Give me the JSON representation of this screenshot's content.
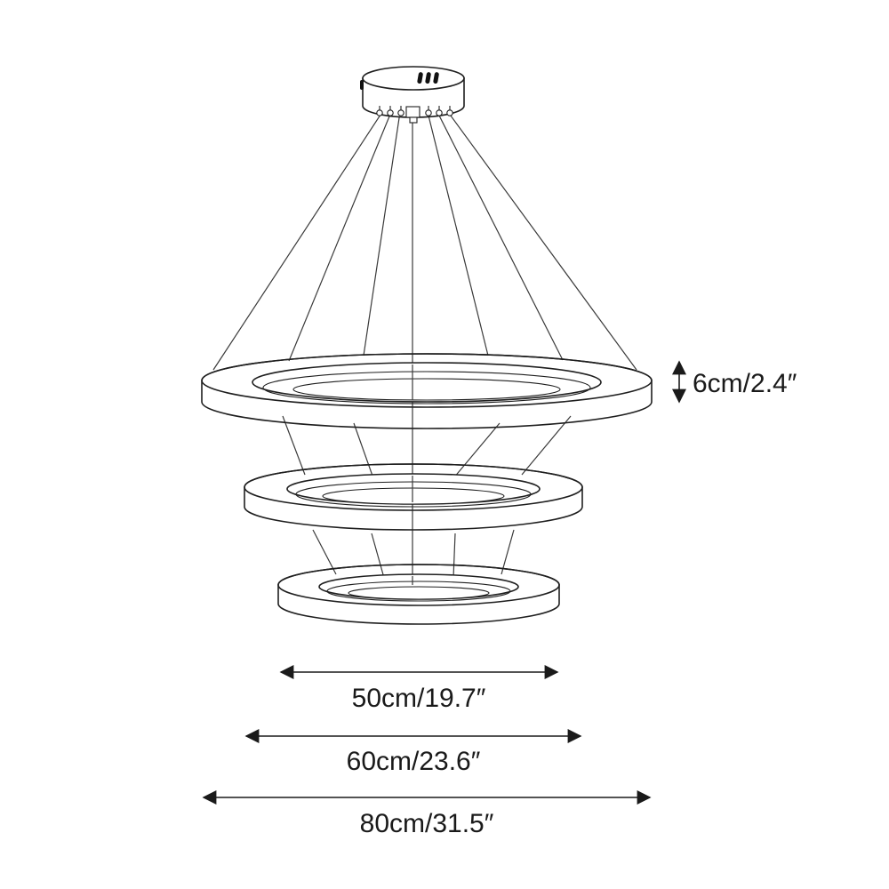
{
  "labels": {
    "ring_height": "6cm/2.4″",
    "diameter_small": "50cm/19.7″",
    "diameter_medium": "60cm/23.6″",
    "diameter_large": "80cm/31.5″"
  },
  "colors": {
    "line": "#1f1f1f",
    "text": "#1a1a1a",
    "background": "#ffffff",
    "pattern_background": "#d8d8d8"
  },
  "diagram": {
    "type": "product-dimension-diagram",
    "rings": [
      {
        "name": "top-ring",
        "diameter_label": "80cm/31.5″"
      },
      {
        "name": "middle-ring",
        "diameter_label": "60cm/23.6″"
      },
      {
        "name": "bottom-ring",
        "diameter_label": "50cm/19.7″"
      }
    ],
    "height_label": "6cm/2.4″"
  }
}
